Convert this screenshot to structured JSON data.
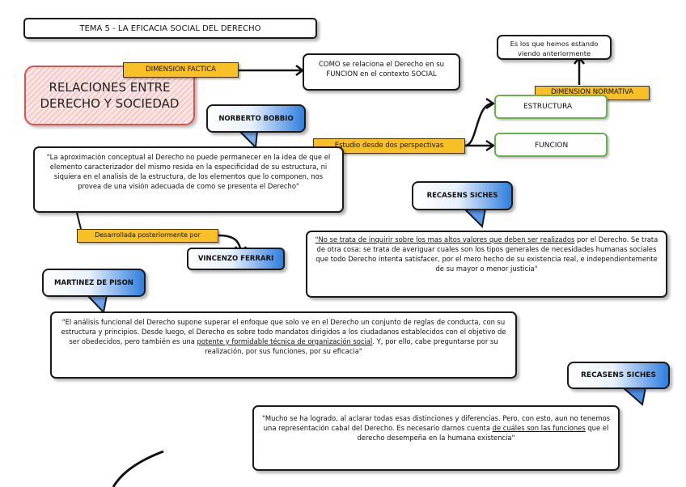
{
  "title": "TEMA 5 - LA EFICACIA SOCIAL DEL DERECHO",
  "main_topic": "RELACIONES ENTRE DERECHO Y SOCIEDAD",
  "dimension_factica": {
    "label": "DIMENSION FACTICA",
    "description": "COMO se relaciona el Derecho en su FUNCION en el contexto SOCIAL"
  },
  "dimension_normativa": {
    "label": "DIMENSION NORMATIVA",
    "note": "Es los que hemos estando viendo anteriormente"
  },
  "perspectivas": {
    "label": "Estudio desde dos perspectivas",
    "items": [
      "ESTRUCTURA",
      "FUNCION"
    ]
  },
  "authors": {
    "bobbio": "NORBERTO BOBBIO",
    "recasens_1": "RECASENS SICHES",
    "ferrari": "VINCENZO FERRARI",
    "pison": "MARTINEZ DE PISON",
    "recasens_2": "RECASENS SICHES"
  },
  "desarrollada_label": "Desarrollada posteriormente por",
  "quotes": {
    "bobbio": "\"La aproximación conceptual al Derecho no puede permanecer en la idea de que el elemento caracterizador del mismo resida en la especificidad de su estructura, ni siquiera en el analisis de la estructura, de los elementos que lo componen, nos provea de una visión adecuada de como se presenta el Derecho\"",
    "recasens_1": {
      "underlined": "\"No se trata de inquirir sobre los mas altos valores que deben ser realizados",
      "rest": " por el Derecho. Se trata de otra cosa: se trata de averiguar cuales son los tipos generales de necesidades humanas sociales que todo Derecho intenta satisfacer, por el mero hecho de su existencia real, e independientemente de su mayor o menor justicia\""
    },
    "pison": {
      "before": "\"El análisis funcional del Derecho supone superar el enfoque que solo ve en el Derecho un conjunto de reglas de conducta, con su estructura y principios. Desde luego, el Derecho es sobre todo mandatos dirigidos a los ciudadanos establecidos con el objetivo de ser obedecidos, pero también es una ",
      "underlined": "potente y formidable técnica de organización social",
      "after": ". Y, por ello, cabe preguntarse por su realización, por sus funciones, por su eficacia\""
    },
    "recasens_2": {
      "before": "\"Mucho se ha logrado, al aclarar todas esas distinciones y diferencias. Pero, con esto, aun no tenemos una representación cabal del Derecho. Es necesario darnos cuenta ",
      "underlined": "de cuáles son las funciones",
      "after": " que el derecho desempeña en la humana existencia\""
    }
  },
  "colors": {
    "yellow": "#f6c026",
    "green": "#6ab04c",
    "red": "#d9534f",
    "blue": "#2f7ee0"
  }
}
